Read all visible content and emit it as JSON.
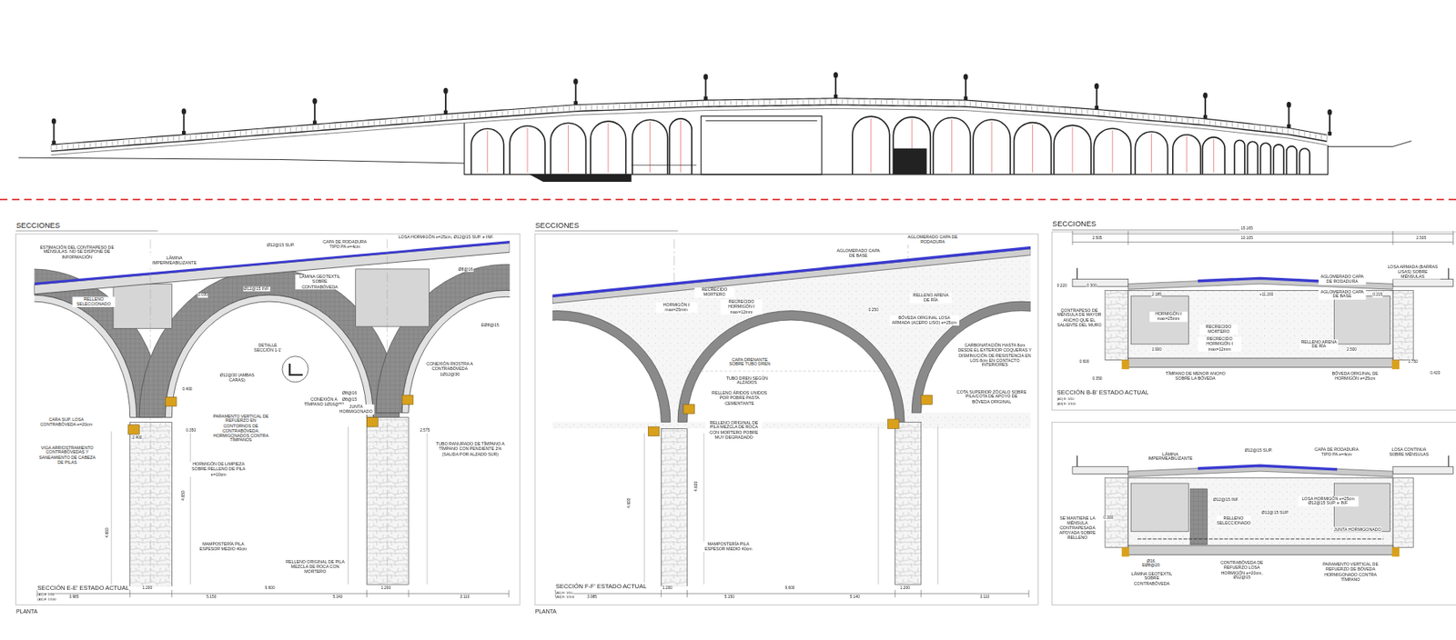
{
  "diagram": {
    "labels": [
      "SECCIONES",
      "SECCIONES",
      "SECCIONES",
      "ESTIMACIÓN DEL CONTRAPESO DE MÉNSULAS. NO SE DISPONE DE INFORMACIÓN",
      "LÁMINA IMPERMEABILIZANTE",
      "Ø12@15 SUP.",
      "CAPA DE RODADURA TIPO PA e=4cm",
      "LOSA HORMIGÓN e=25cm, Ø12@15 SUP. e INF.",
      "LÁMINA GEOTEXTIL SOBRE CONTRABÓVEDA",
      "Ø12@15 INF.",
      "Ø8@16",
      "RELLENO SELECCIONADO",
      "EØ8@15",
      "DETALLE SECCIÓN 1-1'",
      "Ø12@30 (AMBAS CARAS)",
      "CONEXIÓN A TÍMPANO 1Ø16@50",
      "Ø8@16",
      "Ø8@15",
      "JUNTA HORMIGONADO",
      "CONEXIÓN RIOSTRA A CONTRABÓVEDA 1Ø12@30",
      "CARA SUP. LOSA CONTRABÓVEDA e=20cm",
      "PARAMENTO VERTICAL DE REFUERZO EN CONTORNOS DE CONTRABÓVEDA, HORMIGONADOS CONTRA TÍMPANOS",
      "VIGA ARRIOSTRAMIENTO CONTRABÓVEDAS Y SANEAMIENTO DE CABEZA DE PILAS",
      "HORMIGÓN DE LIMPIEZA SOBRE RELLENO DE PILA e=10cm",
      "TUBO RANURADO DE TÍMPANO A TÍMPANO CON PENDIENTE 2% (SALIDA POR ALZADO SUR)",
      "MAMPOSTERÍA PILA ESPESOR MEDIO 40cm",
      "RELLENO ORIGINAL DE PILA MEZCLA DE ROCA CON MORTERO",
      "SECCIÓN E-E' ESTADO ACTUAL",
      "(A1) E: 1/50",
      "(A3) E: 1/100",
      "3.985",
      "1.200",
      "5.150",
      "9.600",
      "5.140",
      "1.200",
      "3.110",
      "PLANTA",
      "2.030",
      "0.400",
      "0.350",
      "2.400",
      "2.575",
      "4.650",
      "4.650",
      "AGLOMERADO CAPA DE BASE",
      "AGLOMERADO CAPA DE RODADURA",
      "HORMIGÓN ℓ max=25mm",
      "RECRECIDO MORTERO",
      "RECRECIDO HORMIGÓN ℓ max=12mm",
      "RELLENO ARENA DE RÍA",
      "BÓVEDA ORIGINAL LOSA ARMADA (ACERO LISO) e=25cm",
      "CARBONATACIÓN HASTA 8cm DESDE EL EXTERIOR COQUERAS Y DISMINUCIÓN DE RESISTENCIA EN LOS 8cm EN CONTACTO INTERIORES",
      "COTA SUPERIOR ZÓCALO SOBRE PILA/COTA DE APOYO DE BÓVEDA ORIGINAL",
      "CAPA DRENANTE SOBRE TUBO DREN",
      "TUBO DREN SEGÚN ALZADOS",
      "RELLENO ÁRIDOS UNIDOS POR POBRE PASTA CEMENTANTE",
      "RELLENO ORIGINAL DE PILA MEZCLA DE ROCA CON MORTERO POBRE MUY DEGRADADO",
      "MAMPOSTERÍA PILA ESPESOR MEDIO 40cm",
      "0.250",
      "SECCIÓN F-F' ESTADO ACTUAL",
      "(A1) E: 1/50",
      "(A3) E: 1/100",
      "3.985",
      "1.200",
      "5.150",
      "9.600",
      "5.140",
      "1.200",
      "3.110",
      "PLANTA",
      "4.600",
      "4.600",
      "15.165",
      "2.505",
      "10.105",
      "2.505",
      "0.220",
      "0.300",
      "2.185",
      "+11.200",
      "AGLOMERADO CAPA DE RODADURA",
      "AGLOMERADO CAPA DE BASE",
      "LOSA ARMADA (BARRAS LISAS) SOBRE MÉNSULAS",
      "0.215",
      "HORMIGÓN ℓ max=25mm",
      "RECRECIDO MORTERO",
      "RECRECIDO HORMIGÓN ℓ max=12mm",
      "CONTRAPESO DE MÉNSULA DE MAYOR ANCHO QUE EL SALIENTE DEL MURO",
      "RELLENO ARENA DE RÍA",
      "1.900",
      "2.500",
      "1.750",
      "0.600",
      "0.420",
      "0.350",
      "TÍMPANO DE MENOR ANCHO SOBRE LA BÓVEDA",
      "BÓVEDA ORIGINAL DE HORMIGÓN e=25cm",
      "SECCIÓN B-B' ESTADO ACTUAL",
      "(A1) E: 1/50",
      "(A3) E: 1/100",
      "LÁMINA IMPERMEABILIZANTE",
      "Ø12@15 SUP.",
      "CAPA DE RODADURA TIPO PA e=4cm",
      "LOSA CONTINUA SOBRE MÉNSULAS",
      "LOSA HORMIGÓN e=25cm Ø12@15 SUP. e INF.",
      "Ø12@15 INF.",
      "SE MANTIENE LA MÉNSULA CONTRAPESADA APOYADA SOBRE RELLENO",
      "RELLENO SELECCIONADO",
      "Ø12@15 SUP.",
      "JUNTA HORMIGONADO",
      "0.300",
      "Ø16 EØ8@20",
      "LÁMINA GEOTEXTIL SOBRE CONTRABÓVEDA",
      "CONTRABÓVEDA DE REFUERZO LOSA HORMIGÓN e=20cm, Ø12@15",
      "PARAMENTO VERTICAL DE REFUERZO DE BÓVEDA HORMIGONADO CONTRA TÍMPANO"
    ]
  }
}
